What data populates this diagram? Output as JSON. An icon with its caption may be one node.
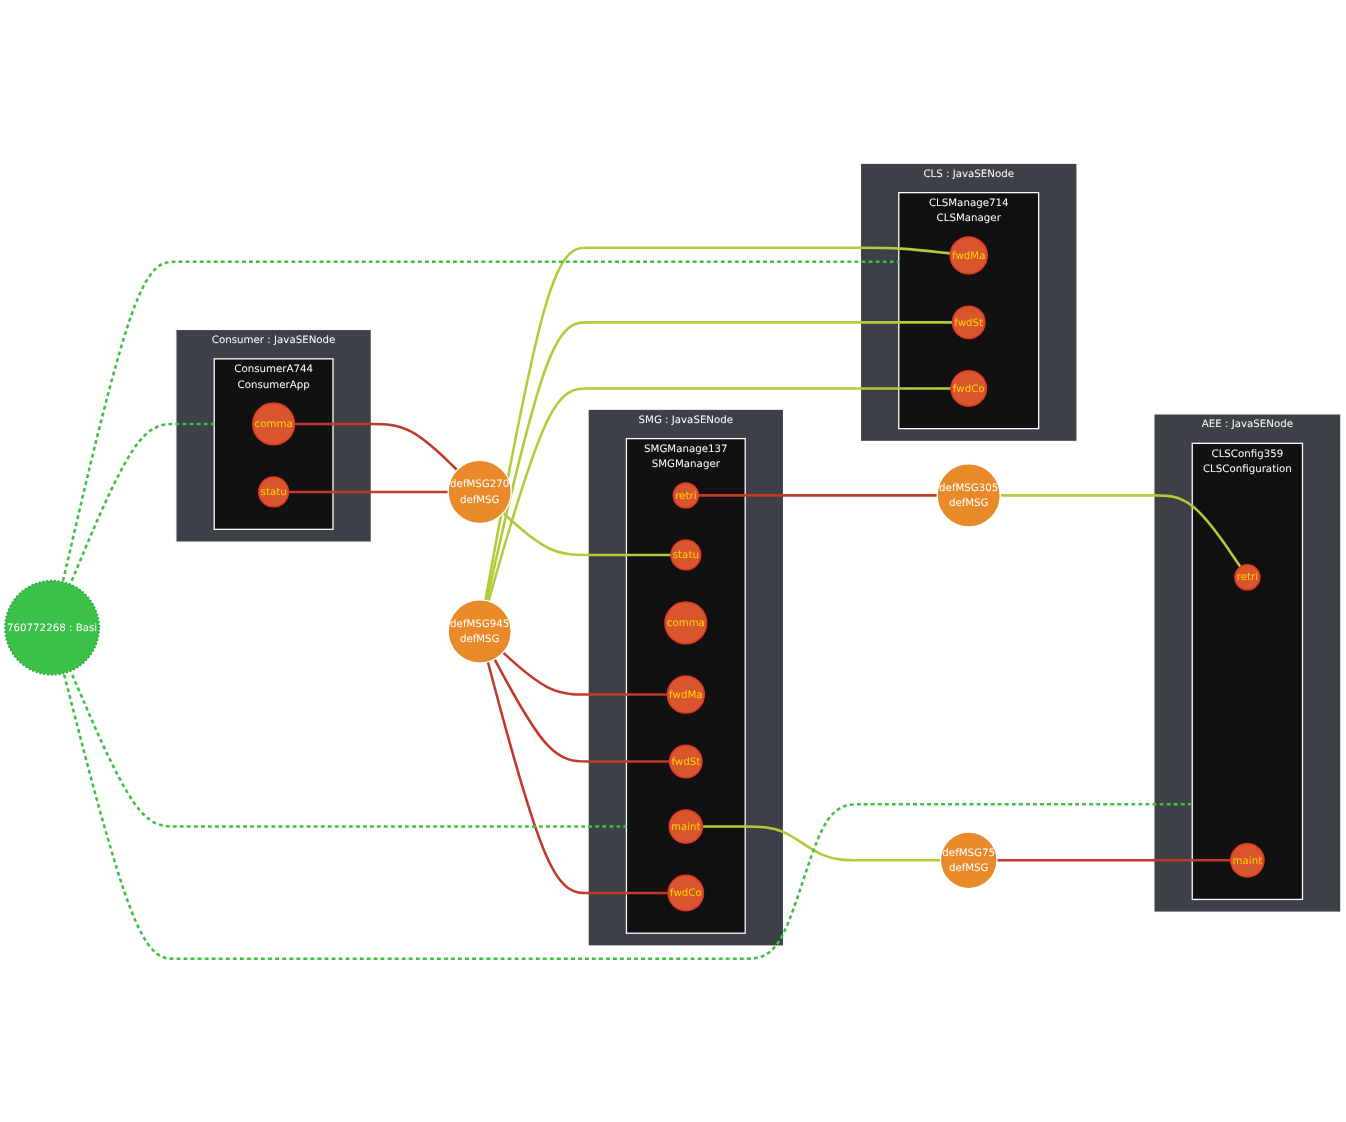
{
  "diagram": {
    "nodes": [
      {
        "text": [
          "760772268 : Basi"
        ]
      },
      {
        "text": [
          "Consumer : JavaSENode"
        ]
      },
      {
        "text": [
          "ConsumerA744",
          "ConsumerApp"
        ],
        "in": 1
      },
      {
        "text": [
          "comma"
        ],
        "in": 2
      },
      {
        "text": [
          "statu"
        ],
        "in": 2
      },
      {
        "text": [
          "CLS : JavaSENode"
        ]
      },
      {
        "text": [
          "CLSManage714",
          "CLSManager"
        ],
        "in": 5
      },
      {
        "text": [
          "fwdMa"
        ],
        "in": 6
      },
      {
        "text": [
          "fwdSt"
        ],
        "in": 6
      },
      {
        "text": [
          "fwdCo"
        ],
        "in": 6
      },
      {
        "text": [
          "defMSG270",
          "defMSG"
        ]
      },
      {
        "text": [
          "defMSG945",
          "defMSG"
        ]
      },
      {
        "text": [
          "SMG : JavaSENode"
        ]
      },
      {
        "text": [
          "SMGManage137",
          "SMGManager"
        ],
        "in": 12
      },
      {
        "text": [
          "maint"
        ],
        "in": 13
      },
      {
        "text": [
          "statu"
        ],
        "in": 13
      },
      {
        "text": [
          "comma"
        ],
        "in": 13
      },
      {
        "text": [
          "fwdMa"
        ],
        "in": 13
      },
      {
        "text": [
          "fwdSt"
        ],
        "in": 13
      },
      {
        "text": [
          "retri"
        ],
        "in": 13
      },
      {
        "text": [
          "fwdCo"
        ],
        "in": 13
      },
      {
        "text": [
          "defMSG305",
          "defMSG"
        ]
      },
      {
        "text": [
          "AEE : JavaSENode"
        ]
      },
      {
        "text": [
          "CLSConfig359",
          "CLSConfiguration"
        ],
        "in": 22
      },
      {
        "text": [
          "retri"
        ],
        "in": 23
      },
      {
        "text": [
          "maint"
        ],
        "in": 23
      },
      {
        "text": [
          "defMSG75",
          "defMSG"
        ]
      }
    ],
    "edges": [
      {
        "from": 0,
        "to": 2,
        "arrow": "none",
        "style": "dashed",
        "color": "#3ec13e"
      },
      {
        "from": 0,
        "to": 6,
        "arrow": "none",
        "style": "dashed",
        "color": "#3ec13e"
      },
      {
        "from": 0,
        "to": 13,
        "arrow": "none",
        "style": "dashed",
        "color": "#3ec13e"
      },
      {
        "from": 0,
        "to": 23,
        "arrow": "none",
        "style": "dashed",
        "color": "#3ec13e"
      },
      {
        "from": 3,
        "to": 10,
        "arrow": "none"
      },
      {
        "from": 4,
        "to": 10,
        "arrow": "none"
      },
      {
        "from": 11,
        "to": 7,
        "arrow": "none",
        "color": "#b5c93a"
      },
      {
        "from": 11,
        "to": 8,
        "arrow": "none",
        "color": "#b5c93a"
      },
      {
        "from": 11,
        "to": 9,
        "arrow": "none",
        "color": "#b5c93a"
      },
      {
        "from": 11,
        "to": 17,
        "arrow": "none"
      },
      {
        "from": 11,
        "to": 18,
        "arrow": "none"
      },
      {
        "from": 11,
        "to": 20,
        "arrow": "none"
      },
      {
        "from": 19,
        "to": 21,
        "arrow": "none"
      },
      {
        "from": 10,
        "to": 15,
        "arrow": "none",
        "color": "#b5c93a"
      },
      {
        "from": 14,
        "to": 26,
        "arrow": "none",
        "color": "#b5c93a"
      },
      {
        "from": 21,
        "to": 24,
        "arrow": "none",
        "color": "#b5c93a"
      },
      {
        "from": 26,
        "to": 25,
        "arrow": "none"
      }
    ]
  }
}
